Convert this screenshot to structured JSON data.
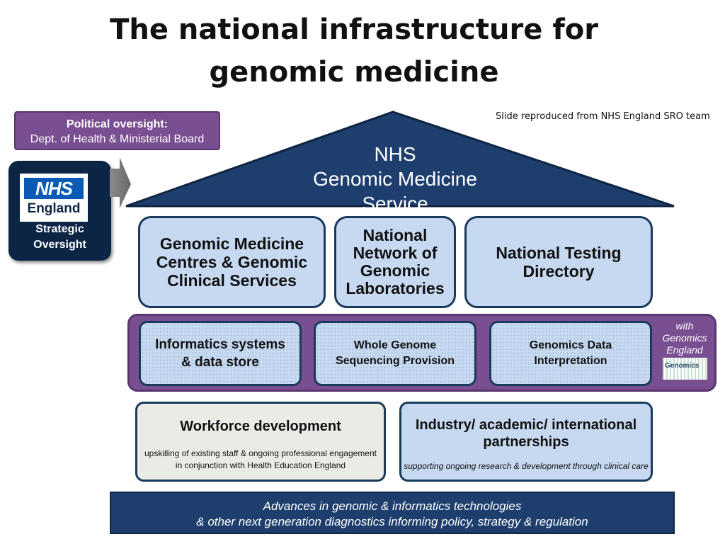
{
  "title": {
    "line1": "The national infrastructure for",
    "line2": "genomic medicine"
  },
  "credit": "Slide reproduced from NHS England SRO team",
  "political": {
    "line1": "Political oversight:",
    "line2": "Dept. of Health & Ministerial Board"
  },
  "oversight": {
    "logo_top": "NHS",
    "logo_bottom": "England",
    "line1": "Strategic",
    "line2": "Oversight"
  },
  "roof": {
    "line1": "NHS",
    "line2": "Genomic Medicine Service"
  },
  "pillars": [
    {
      "lines": [
        "Genomic Medicine",
        "Centres & Genomic",
        "Clinical Services"
      ]
    },
    {
      "lines": [
        "National",
        "Network of",
        "Genomic",
        "Laboratories"
      ]
    },
    {
      "lines": [
        "National Testing",
        "Directory"
      ]
    }
  ],
  "band": {
    "items": [
      {
        "lines": [
          "Informatics systems",
          "& data store"
        ]
      },
      {
        "lines": [
          "Whole Genome",
          "Sequencing Provision"
        ]
      },
      {
        "lines": [
          "Genomics Data",
          "Interpretation"
        ]
      }
    ],
    "partner": {
      "line1": "with",
      "line2": "Genomics",
      "line3": "England",
      "logo_text": "Genomics"
    }
  },
  "workforce": {
    "title": "Workforce development",
    "desc1": "upskilling of existing staff &  ongoing professional engagement",
    "desc2": "in conjunction with Health Education England"
  },
  "industry": {
    "title1": "Industry/ academic/ international",
    "title2": "partnerships",
    "desc": "supporting ongoing research & development through clinical care"
  },
  "bottom": {
    "line1": "Advances in genomic & informatics technologies",
    "line2": "& other next generation diagnostics informing policy, strategy & regulation"
  },
  "colors": {
    "navy": "#1e3f6e",
    "purple": "#7a4f92",
    "light_blue": "#c6d9f1",
    "grey_box": "#ebebe6",
    "dark_navy": "#0c2545",
    "nhs_blue": "#0a5bb5"
  }
}
